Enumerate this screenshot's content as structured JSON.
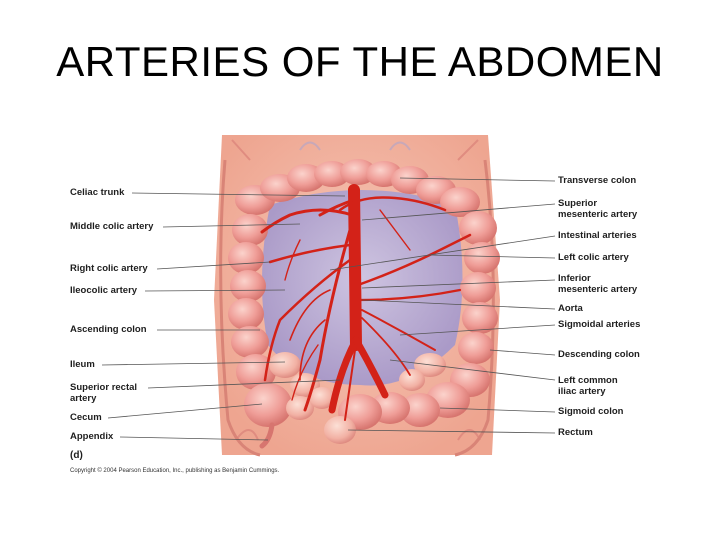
{
  "title": "ARTERIES OF THE ABDOMEN",
  "left_labels": [
    {
      "text": "Celiac trunk"
    },
    {
      "text": "Middle colic artery"
    },
    {
      "text": "Right colic artery"
    },
    {
      "text": "Ileocolic artery"
    },
    {
      "text": "Ascending colon"
    },
    {
      "text": "Ileum"
    },
    {
      "text": "Superior rectal\nartery"
    },
    {
      "text": "Cecum"
    },
    {
      "text": "Appendix"
    }
  ],
  "right_labels": [
    {
      "text": "Transverse colon"
    },
    {
      "text": "Superior\nmesenteric artery"
    },
    {
      "text": "Intestinal arteries"
    },
    {
      "text": "Left colic artery"
    },
    {
      "text": "Inferior\nmesenteric artery"
    },
    {
      "text": "Aorta"
    },
    {
      "text": "Sigmoidal arteries"
    },
    {
      "text": "Descending colon"
    },
    {
      "text": "Left common\niliac artery"
    },
    {
      "text": "Sigmoid colon"
    },
    {
      "text": "Rectum"
    }
  ],
  "panel_label": "(d)",
  "copyright": "Copyright © 2004 Pearson Education, Inc., publishing as Benjamin Cummings."
}
